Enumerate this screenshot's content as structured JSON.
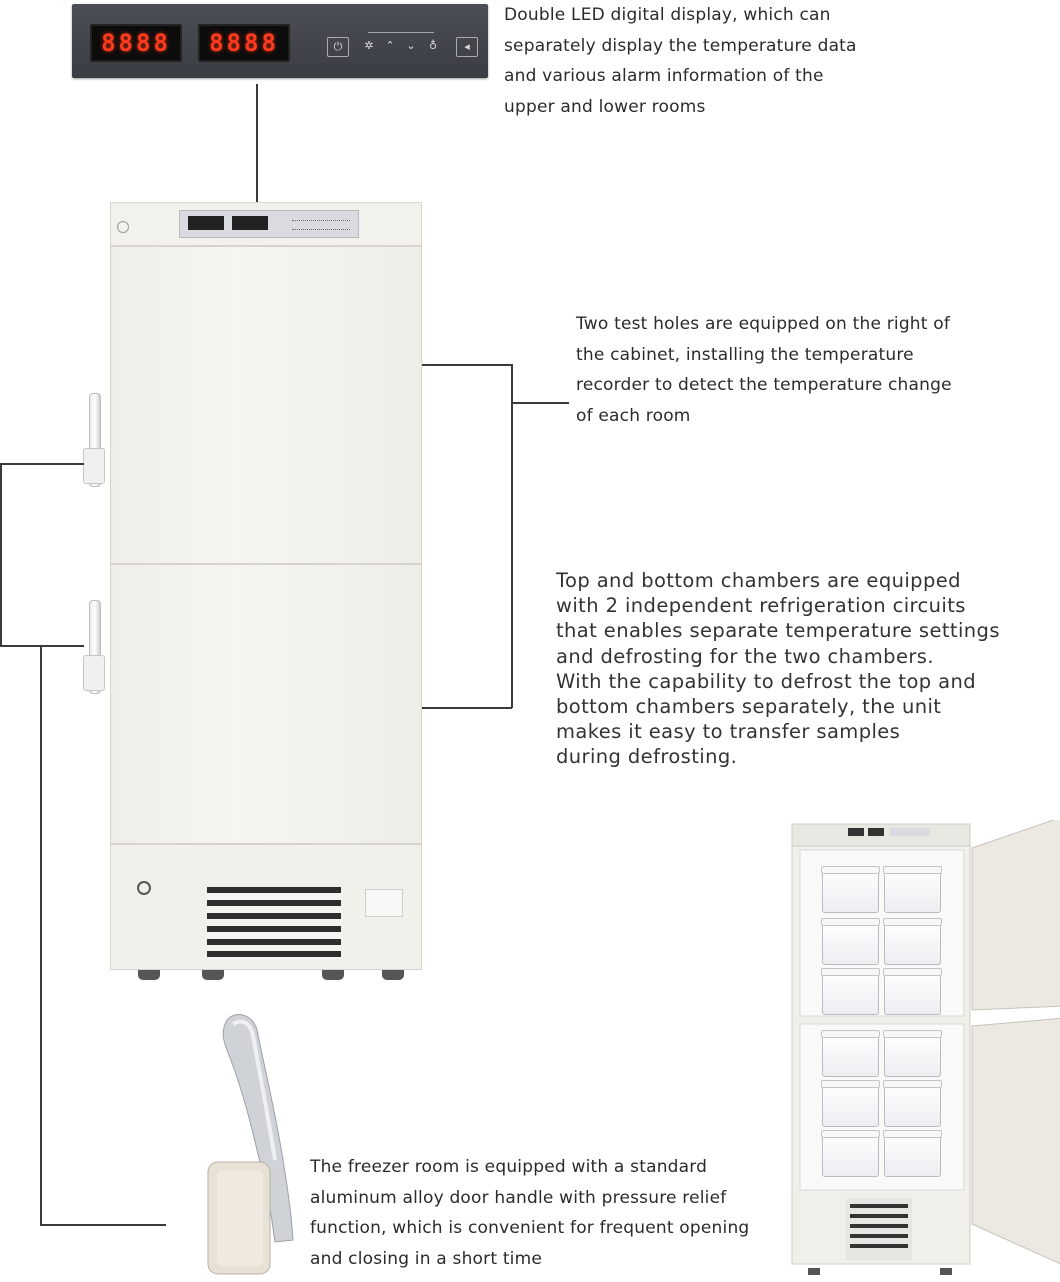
{
  "panel": {
    "led_left": "8888",
    "led_right": "8888",
    "buttons": [
      "power-icon",
      "defrost-icon",
      "up-icon",
      "down-icon",
      "light-icon",
      "mute-icon"
    ],
    "colors": {
      "panel": "#44474d",
      "led": "#ff3a1e"
    }
  },
  "callouts": {
    "display": "Double LED digital display, which can\nseparately display the temperature data\nand various alarm information of the\nupper and lower rooms",
    "test_holes": "Two test holes are equipped on the right of\nthe cabinet, installing the temperature\nrecorder to detect the temperature change\n of each room",
    "chambers": "Top and bottom chambers are equipped\nwith 2 independent  refrigeration circuits\nthat enables separate temperature settings\nand defrosting for the two chambers.\nWith the capability to defrost the top and\nbottom chambers separately, the unit\nmakes it easy to transfer samples\nduring defrosting.",
    "handle": "The freezer room is equipped with a standard\naluminum alloy door handle with pressure relief\nfunction, which is convenient for frequent opening\n and closing in a short time"
  },
  "colors": {
    "text": "#2b2b2b",
    "cabinet": "#f2f1ec",
    "lines": "#3a3a3a"
  }
}
